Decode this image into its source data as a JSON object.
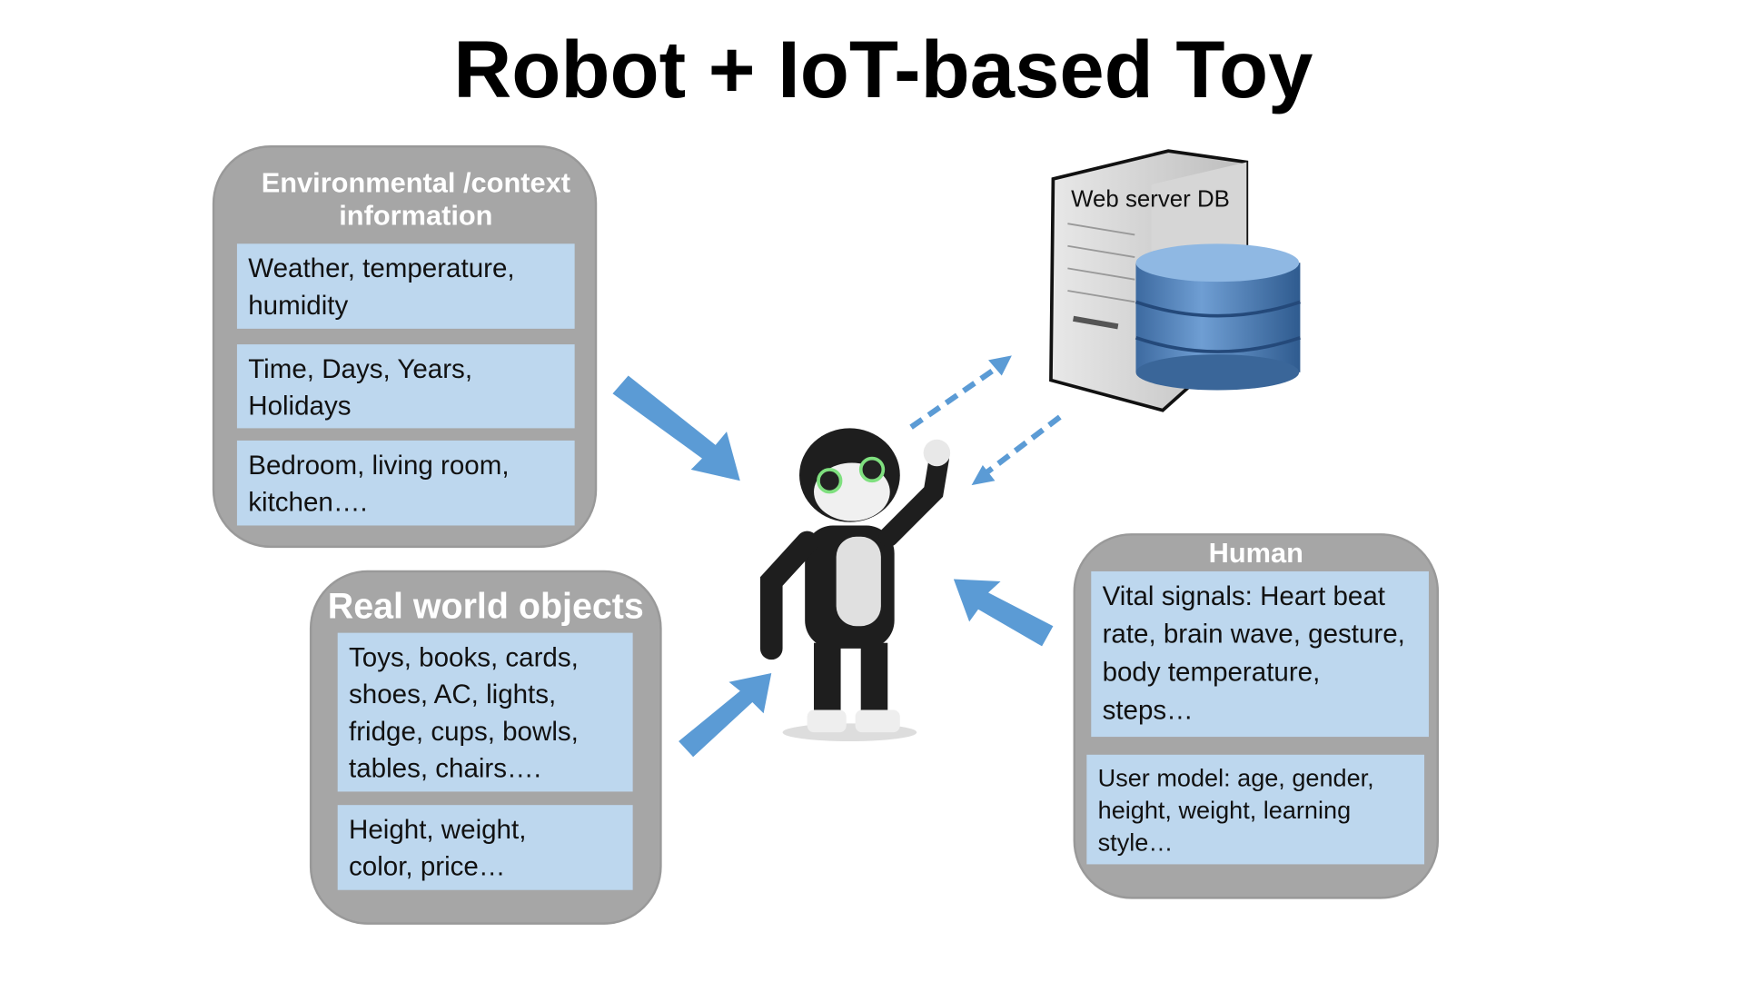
{
  "title": "Robot + IoT-based Toy",
  "environment": {
    "header": "Environmental /context information",
    "items": [
      "Weather, temperature, humidity",
      "Time, Days, Years, Holidays",
      "Bedroom, living room, kitchen…."
    ]
  },
  "real_world": {
    "header": "Real world objects",
    "items": [
      "Toys, books, cards, shoes, AC, lights, fridge, cups, bowls, tables, chairs….",
      "Height, weight, color, price…"
    ]
  },
  "human": {
    "header": "Human",
    "items": [
      "Vital signals: Heart beat rate, brain wave, gesture, body temperature, steps…",
      "User model: age, gender, height, weight, learning style…"
    ]
  },
  "server": {
    "label": "Web server DB"
  },
  "colors": {
    "box": "#a6a6a6",
    "cell": "#bdd7ee",
    "arrow": "#5b9bd5"
  }
}
